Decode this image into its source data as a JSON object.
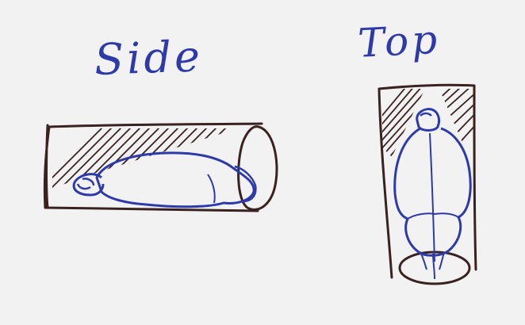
{
  "labels": {
    "side": "Side",
    "top": "Top"
  },
  "colors": {
    "paper": "#f2f2f2",
    "ink_brown": "#3a2220",
    "ink_blue": "#2d3aa8"
  },
  "icons": {
    "side_view": "side-view-sketch",
    "top_view": "top-view-sketch"
  }
}
